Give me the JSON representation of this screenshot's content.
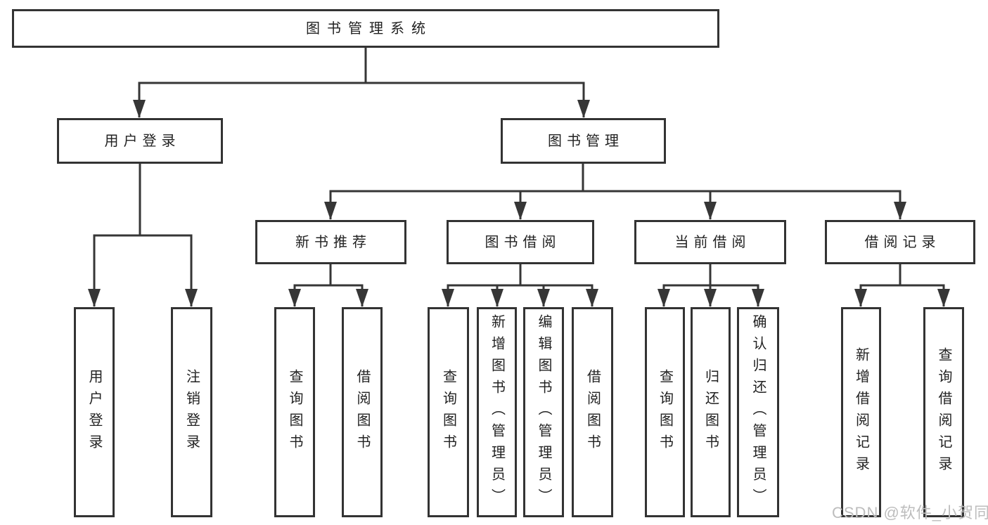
{
  "tree": {
    "label": "图书管理系统",
    "children": [
      {
        "label": "用户登录",
        "children": [
          {
            "label": "用户登录"
          },
          {
            "label": "注销登录"
          }
        ]
      },
      {
        "label": "图书管理",
        "children": [
          {
            "label": "新书推荐",
            "children": [
              {
                "label": "查询图书"
              },
              {
                "label": "借阅图书"
              }
            ]
          },
          {
            "label": "图书借阅",
            "children": [
              {
                "label": "查询图书"
              },
              {
                "label": "新增图书（管理员）"
              },
              {
                "label": "编辑图书（管理员）"
              },
              {
                "label": "借阅图书"
              }
            ]
          },
          {
            "label": "当前借阅",
            "children": [
              {
                "label": "查询图书"
              },
              {
                "label": "归还图书"
              },
              {
                "label": "确认归还（管理员）"
              }
            ]
          },
          {
            "label": "借阅记录",
            "children": [
              {
                "label": "新增借阅记录"
              },
              {
                "label": "查询借阅记录"
              }
            ]
          }
        ]
      }
    ]
  },
  "watermark": "CSDN @软件_小贺同学",
  "colors": {
    "line": "#363636",
    "box_border": "#333333",
    "text": "#222222",
    "watermark": "#bdbdbd",
    "background": "#ffffff"
  }
}
